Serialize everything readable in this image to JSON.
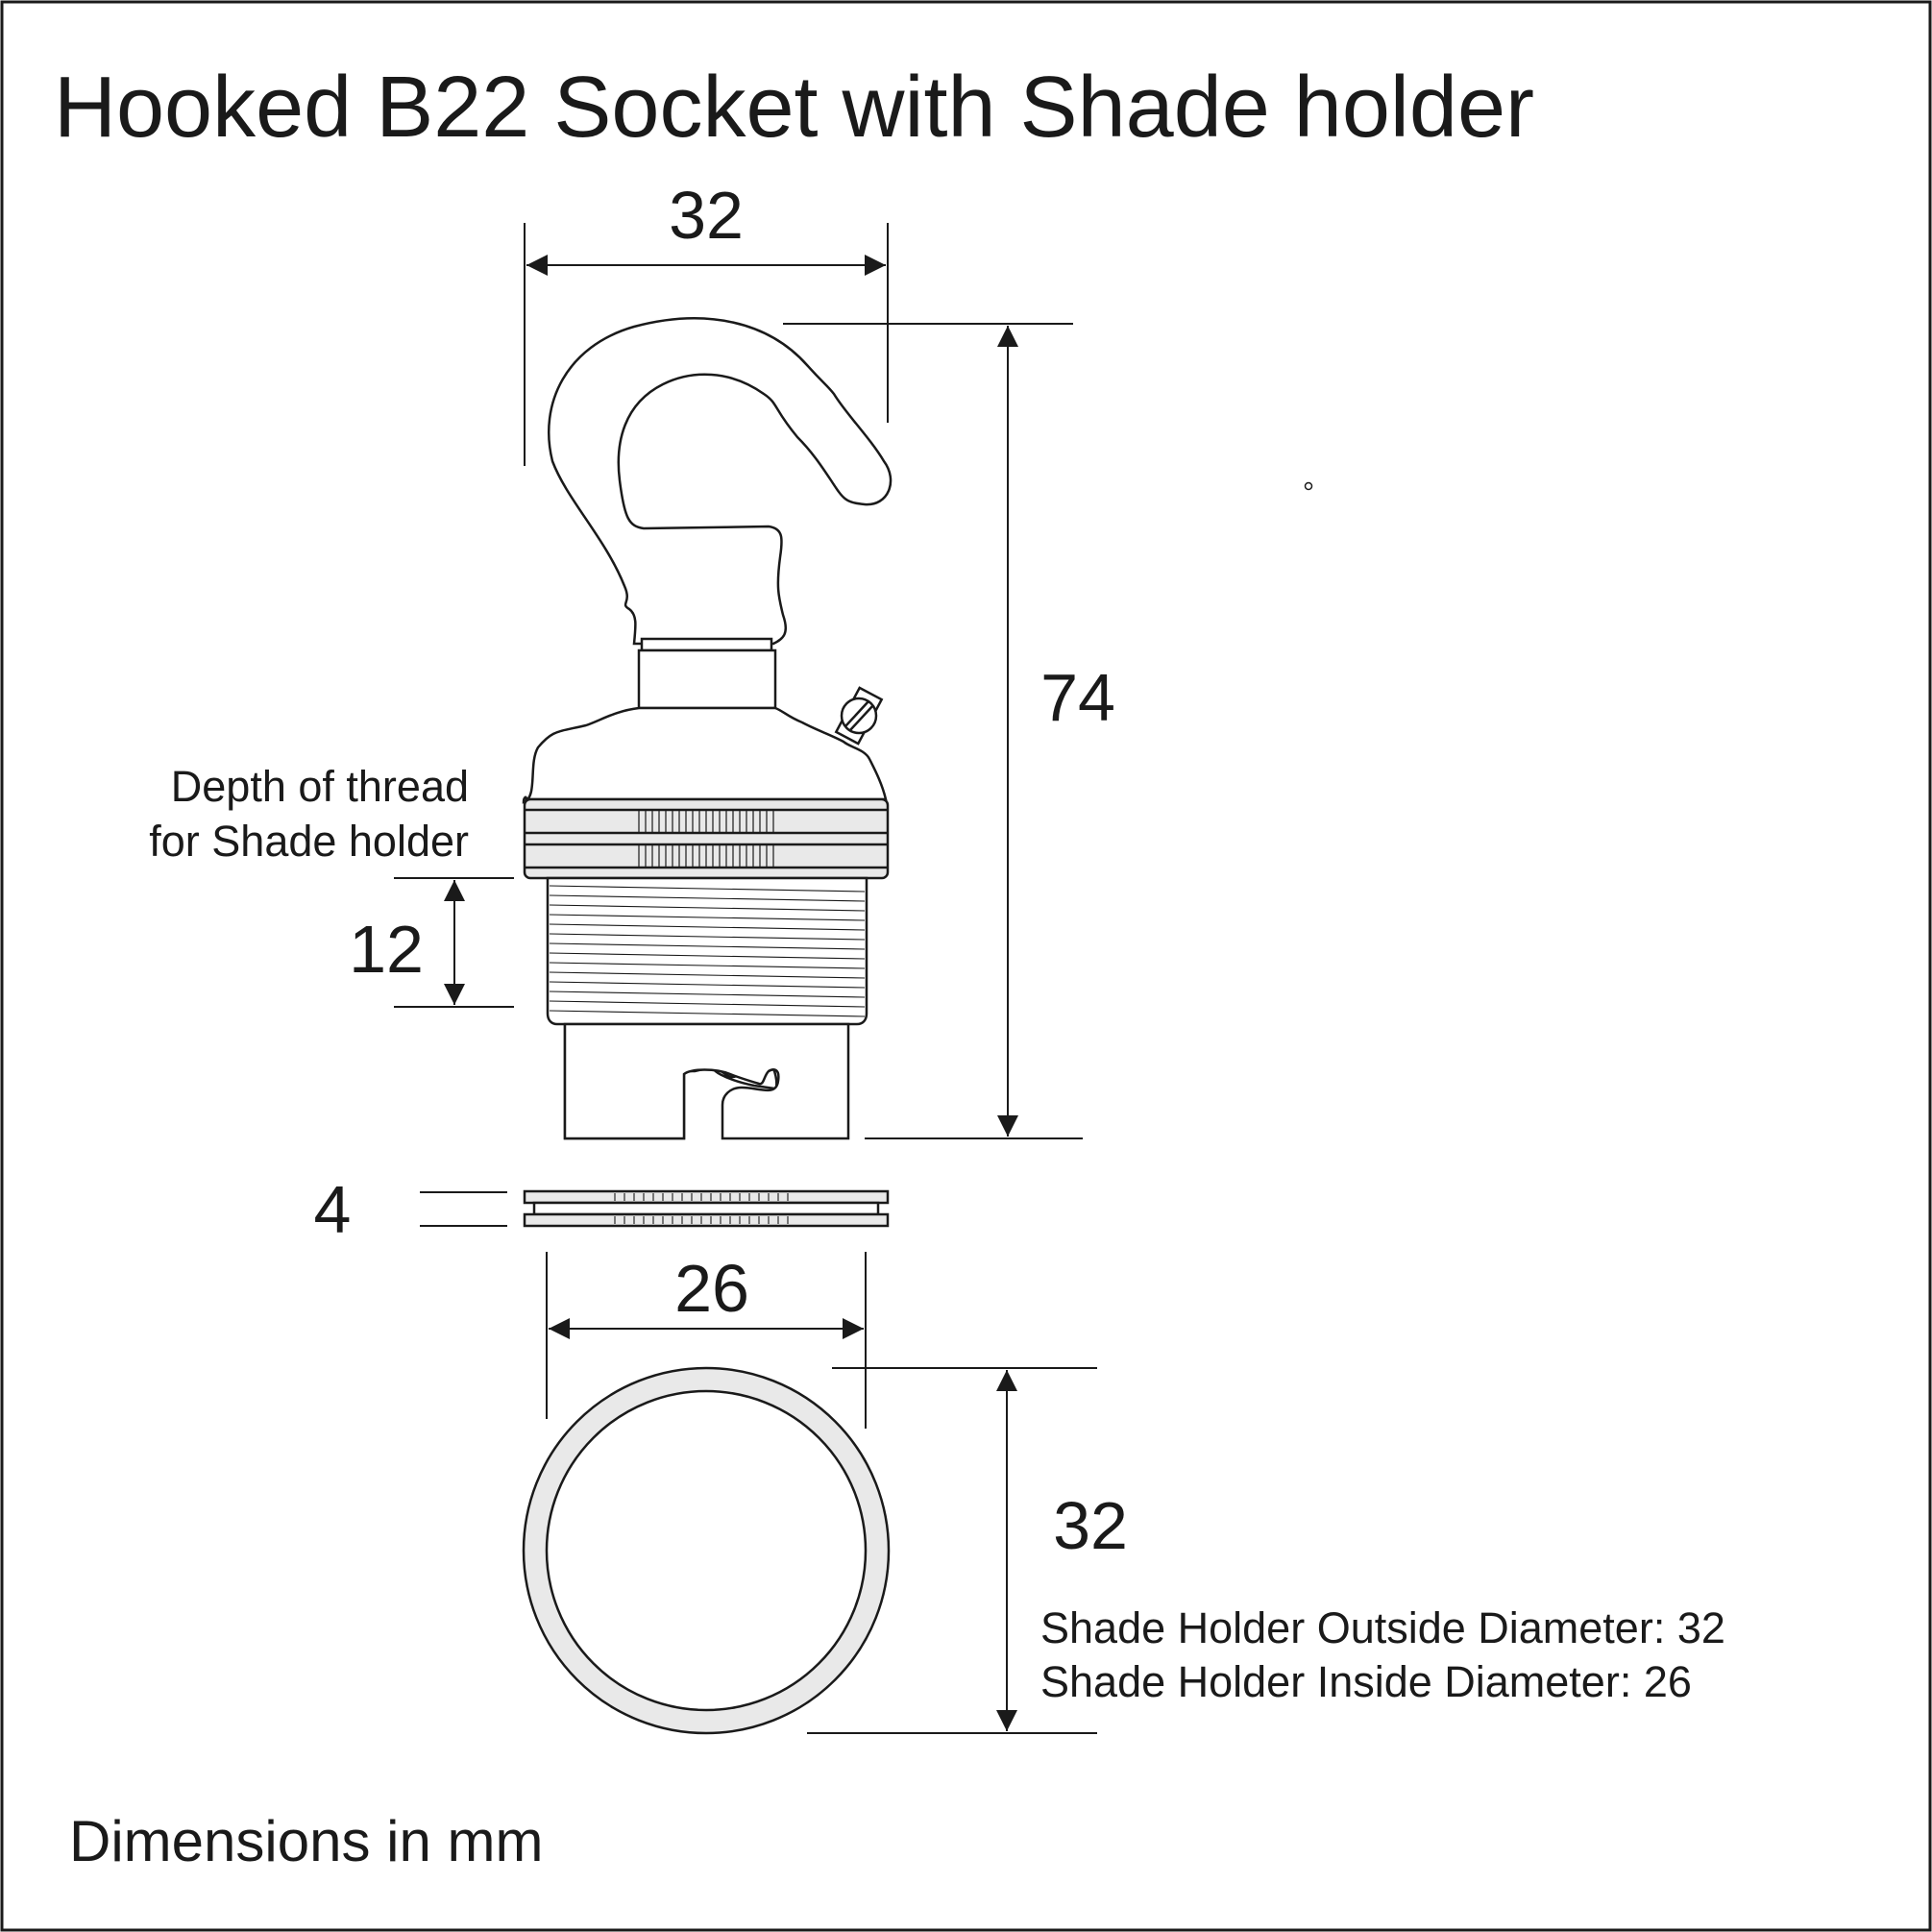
{
  "title": "Hooked B22 Socket with Shade holder",
  "dimensions": {
    "top_width": "32",
    "body_height": "74",
    "thread_depth": "12",
    "ring_thickness": "4",
    "ring_inner_width": "26",
    "shade_holder_height": "32"
  },
  "labels": {
    "thread_line1": "Depth of thread",
    "thread_line2": "for Shade holder",
    "outside_diameter": "Shade Holder Outside Diameter: 32",
    "inside_diameter": "Shade Holder Inside Diameter: 26",
    "units_note": "Dimensions in mm"
  },
  "colors": {
    "line": "#1a1a1a",
    "fill_light": "#e9e9e9",
    "background": "#ffffff"
  }
}
